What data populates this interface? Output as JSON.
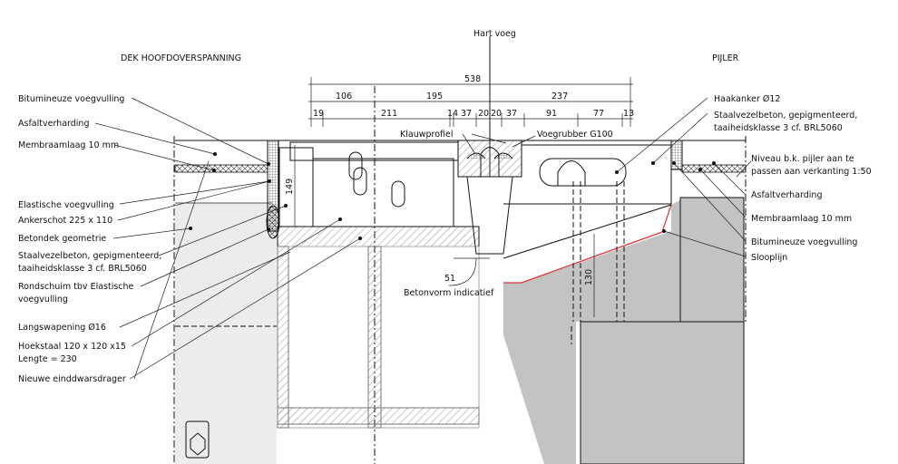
{
  "headings": {
    "left": "DEK HOOFDOVERSPANNING",
    "center": "Hart voeg",
    "right": "PIJLER"
  },
  "dimensions": {
    "total": "538",
    "row2": [
      "106",
      "195",
      "237"
    ],
    "row3": [
      "19",
      "211",
      "14",
      "37",
      "20",
      "20",
      "37",
      "91",
      "77",
      "13"
    ],
    "height_149": "149",
    "height_130": "130",
    "width_51": "51"
  },
  "left_labels": [
    "Bitumineuze voegvulling",
    "Asfaltverharding",
    "Membraamlaag 10 mm",
    "Elastische voegvulling",
    "Ankerschot 225 x 110",
    "Betondek geometrie",
    "Staalvezelbeton, gepigmenteerd,",
    "taaiheidsklasse 3 cf. BRL5060",
    "Rondschuim tbv Elastische",
    "voegvulling",
    "Langswapening Ø16",
    "Hoekstaal 120 x 120 x15",
    "Lengte = 230",
    "Nieuwe einddwarsdrager"
  ],
  "center_labels": {
    "klauw": "Klauwprofiel",
    "rubber": "Voegrubber G100",
    "betonvorm": "Betonvorm indicatief"
  },
  "right_labels": [
    "Haakanker Ø12",
    "Staalvezelbeton, gepigmenteerd,",
    "taaiheidsklasse 3 cf. BRL5060",
    "Niveau b.k. pijler aan te",
    "passen aan verkanting 1:50",
    "Asfaltverharding",
    "Membraamlaag 10 mm",
    "Bitumineuze voegvulling",
    "Slooplijn"
  ],
  "colors": {
    "pillar": "#c3c3c3",
    "deck": "#ececec",
    "slooplijn": "#e03030"
  }
}
